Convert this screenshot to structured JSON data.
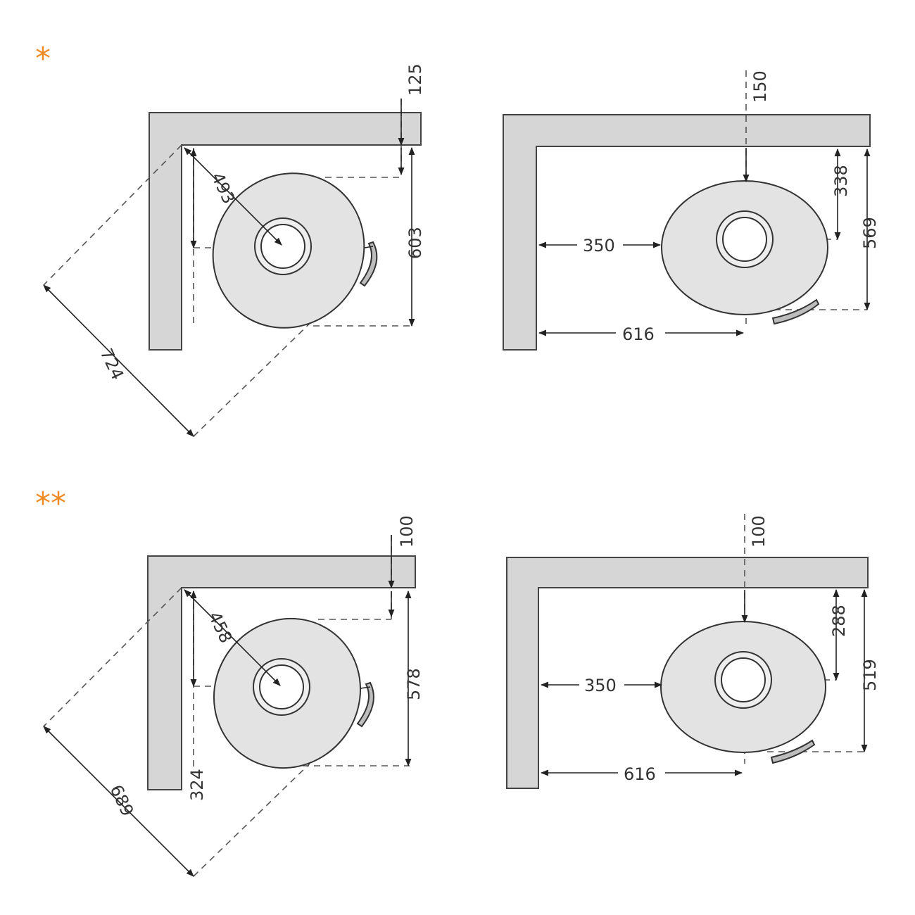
{
  "colors": {
    "accent": "#f08a24",
    "wall": "#d6d6d6",
    "stove": "#e3e3e3",
    "line": "#333333"
  },
  "markers": {
    "section1": "*",
    "section2": "**"
  },
  "section1": {
    "corner": {
      "wall_gap": "125",
      "diagonal": "493",
      "depth": "603",
      "width": "724"
    },
    "flat": {
      "wall_gap": "150",
      "center_depth": "338",
      "total_depth": "569",
      "side": "350",
      "width": "616"
    }
  },
  "section2": {
    "corner": {
      "wall_gap": "100",
      "diagonal": "458",
      "depth": "578",
      "side": "324",
      "width": "689"
    },
    "flat": {
      "wall_gap": "100",
      "center_depth": "288",
      "total_depth": "519",
      "side": "350",
      "width": "616"
    }
  }
}
